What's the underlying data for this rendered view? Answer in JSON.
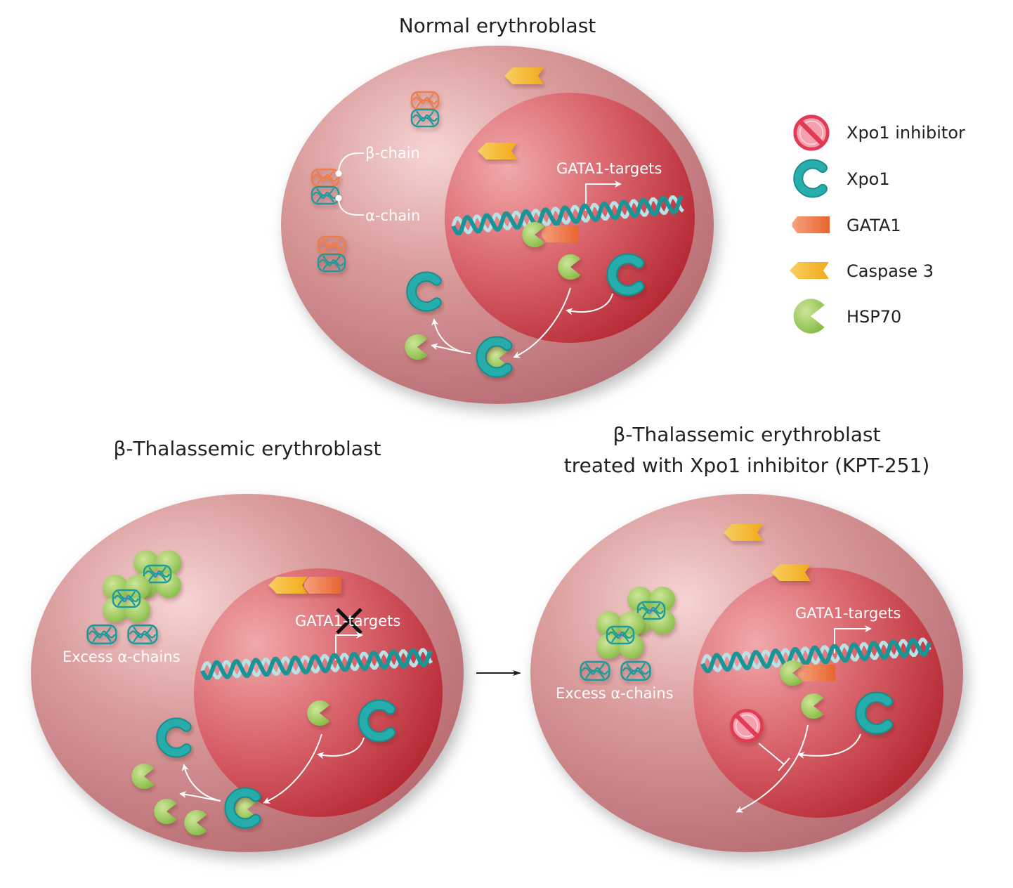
{
  "panels": {
    "normal": {
      "title": "Normal erythroblast",
      "beta_chain_label": "β-chain",
      "alpha_chain_label": "α-chain",
      "gata1_targets_label": "GATA1-targets"
    },
    "thalassemic": {
      "title": "β-Thalassemic erythroblast",
      "gata1_targets_label": "GATA1-targets",
      "excess_label": "Excess α-chains"
    },
    "treated": {
      "title_line1": "β-Thalassemic erythroblast",
      "title_line2": "treated with Xpo1 inhibitor (KPT-251)",
      "gata1_targets_label": "GATA1-targets",
      "excess_label": "Excess α-chains"
    }
  },
  "legend": [
    {
      "icon": "xpo1-inhibitor-icon",
      "label": "Xpo1 inhibitor"
    },
    {
      "icon": "xpo1-icon",
      "label": "Xpo1"
    },
    {
      "icon": "gata1-icon",
      "label": "GATA1"
    },
    {
      "icon": "caspase3-icon",
      "label": "Caspase 3"
    },
    {
      "icon": "hsp70-icon",
      "label": "HSP70"
    }
  ],
  "colors": {
    "xpo1": "#1fa3a3",
    "hsp70": "#9ccb5c",
    "gata1": "#ef7440",
    "caspase3": "#f7be2e",
    "inhibitor": "#e23a55",
    "cytoplasm": "#c98080",
    "nucleus": "#c8404a"
  }
}
